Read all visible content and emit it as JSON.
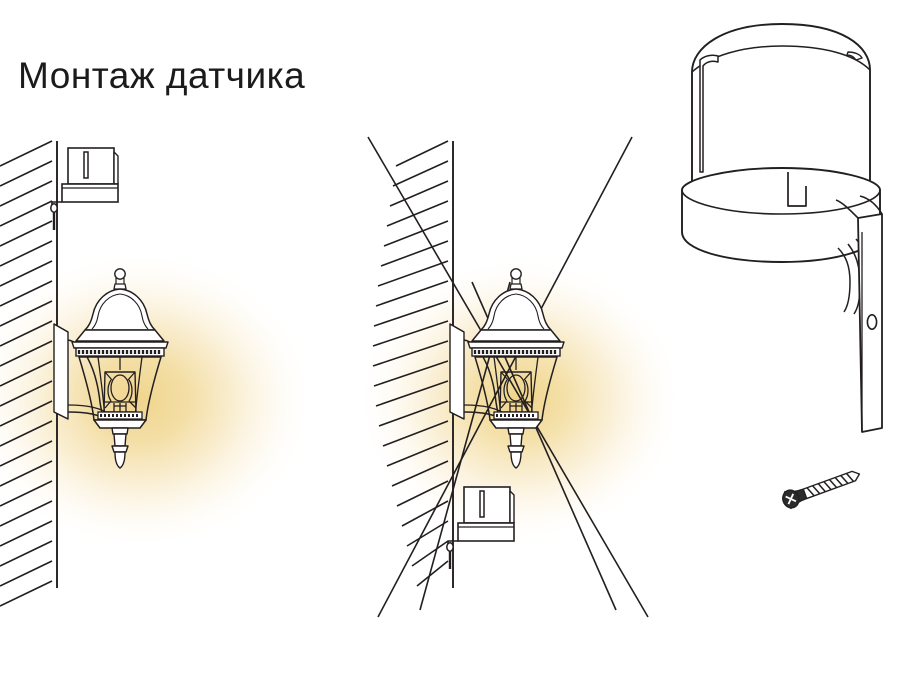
{
  "document": {
    "title": "Монтаж датчика",
    "language": "ru",
    "background_color": "#ffffff"
  },
  "colors": {
    "ink": "#1b1b1b",
    "line": "#231f20",
    "glow_core": "#f2d894",
    "glow_mid": "#f7e6bb",
    "glow_edge": "#fdf6e6",
    "glow_outer": "#ffffff",
    "metal_light": "#ffffff",
    "metal_shade": "#f2f2f2",
    "screw_dark": "#2b2b2b"
  },
  "panels": [
    {
      "id": "panel-left",
      "name": "sensor-above-lamp",
      "caption": "",
      "elements": [
        {
          "name": "wall",
          "type": "hatched-wall",
          "hatch_count": 22
        },
        {
          "name": "photocell-sensor-box",
          "type": "sensor",
          "position": "above-lamp"
        },
        {
          "name": "wall-lantern",
          "type": "lantern"
        },
        {
          "name": "light-glow",
          "type": "radial-glow"
        }
      ]
    },
    {
      "id": "panel-mid",
      "name": "sensor-below-lamp",
      "caption": "",
      "elements": [
        {
          "name": "wall",
          "type": "hatched-wall",
          "hatch_count": 22
        },
        {
          "name": "detection-cone-lines",
          "type": "crossing-rays",
          "ray_count": 4
        },
        {
          "name": "wall-lantern",
          "type": "lantern"
        },
        {
          "name": "photocell-sensor-box",
          "type": "sensor",
          "position": "below-lamp"
        },
        {
          "name": "light-glow",
          "type": "radial-glow"
        }
      ]
    },
    {
      "id": "panel-right",
      "name": "sensor-detail",
      "caption": "",
      "elements": [
        {
          "name": "photocell-sensor-body",
          "type": "cylinder-dome"
        },
        {
          "name": "sensor-base-collar",
          "type": "ring"
        },
        {
          "name": "sensor-wires",
          "type": "wires",
          "wire_count": 3
        },
        {
          "name": "mounting-bracket",
          "type": "flat-strap",
          "hole_count": 1
        },
        {
          "name": "mounting-screw",
          "type": "phillips-wood-screw"
        }
      ]
    }
  ],
  "labels": {
    "title": "Монтаж датчика"
  }
}
